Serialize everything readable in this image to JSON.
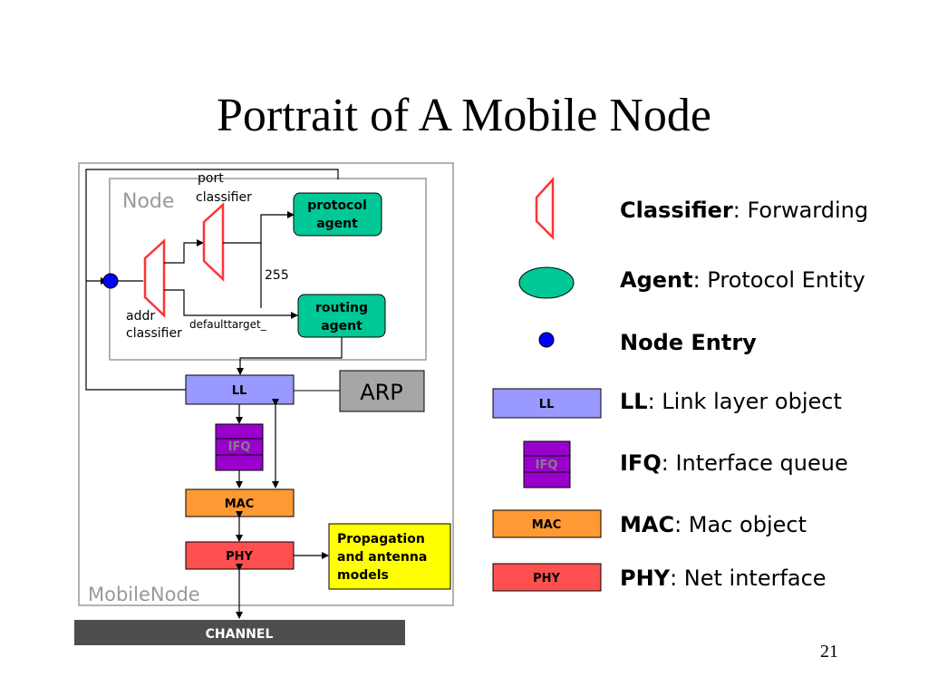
{
  "slide": {
    "title": "Portrait of A Mobile Node",
    "page_number": "21"
  },
  "diagram": {
    "mobilenode_label": "MobileNode",
    "node_label": "Node",
    "port_classifier_label": [
      "port",
      "classifier"
    ],
    "addr_classifier_label": [
      "addr",
      "classifier"
    ],
    "protocol_agent_label": [
      "protocol",
      "agent"
    ],
    "routing_agent_label": [
      "routing",
      "agent"
    ],
    "port_255_label": "255",
    "defaulttarget_label": "defaulttarget_",
    "ll_label": "LL",
    "arp_label": "ARP",
    "ifq_label": "IFQ",
    "mac_label": "MAC",
    "phy_label": "PHY",
    "propagation_label": [
      "Propagation",
      "and antenna",
      "models"
    ],
    "channel_label": "CHANNEL"
  },
  "legend": {
    "classifier": {
      "term": "Classifier",
      "desc": ": Forwarding"
    },
    "agent": {
      "term": "Agent",
      "desc": ": Protocol Entity"
    },
    "node_entry": {
      "term": "Node Entry"
    },
    "ll": {
      "box": "LL",
      "term": "LL",
      "desc": ": Link layer object"
    },
    "ifq": {
      "box": "IFQ",
      "term": "IFQ",
      "desc": ": Interface queue"
    },
    "mac": {
      "box": "MAC",
      "term": "MAC",
      "desc": ": Mac object"
    },
    "phy": {
      "box": "PHY",
      "term": "PHY",
      "desc": ": Net interface"
    }
  },
  "colors": {
    "agent_green": "#00c896",
    "ll_purple": "#9999ff",
    "ifq_purple": "#9900cc",
    "mac_orange": "#ff9933",
    "phy_red": "#ff5050",
    "arp_gray": "#a6a6a6",
    "propagation_yellow": "#ffff00",
    "channel_dark": "#4d4d4d",
    "classifier_red": "#ff3333",
    "node_entry_blue": "#0000ff"
  }
}
